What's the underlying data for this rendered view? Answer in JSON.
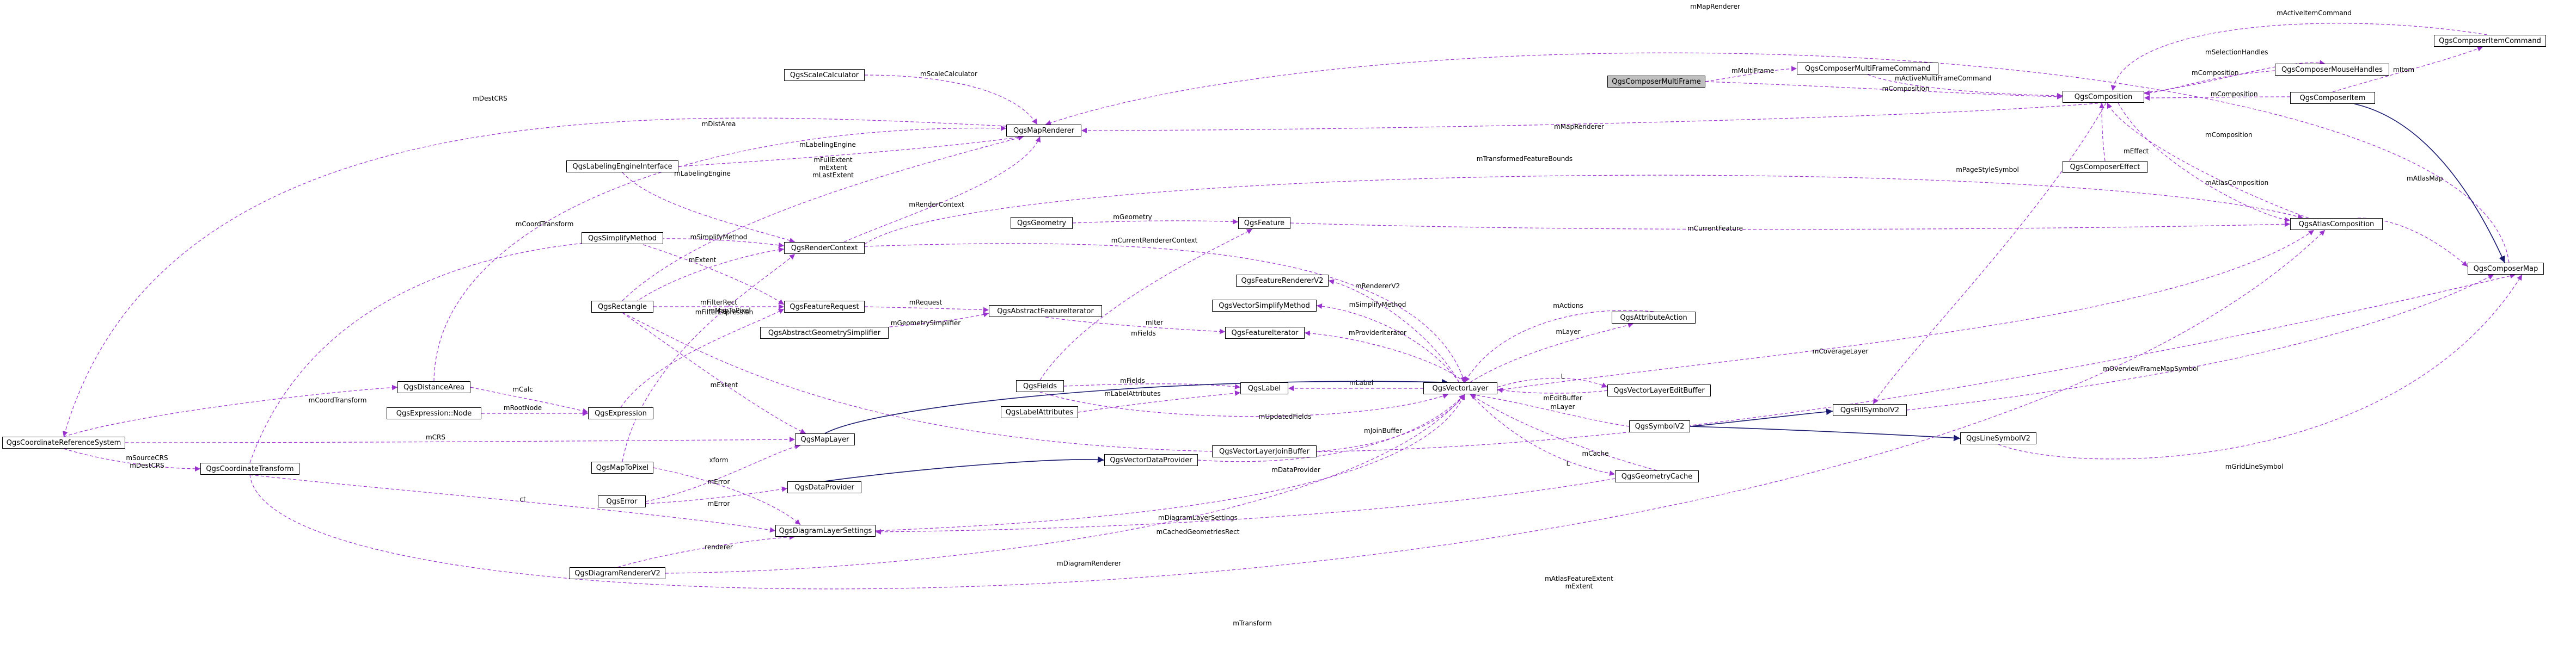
{
  "colors": {
    "usage": "#9a32cd",
    "inherit": "#191970",
    "box_border": "#000000",
    "highlight_fill": "#bfbfbf",
    "background": "#ffffff"
  },
  "nodes": {
    "QgsComposerMultiFrame": "QgsComposerMultiFrame",
    "QgsComposerMultiFrameCommand": "QgsComposerMultiFrameCommand",
    "QgsComposerItemCommand": "QgsComposerItemCommand",
    "QgsComposerMouseHandles": "QgsComposerMouseHandles",
    "QgsComposition": "QgsComposition",
    "QgsComposerItem": "QgsComposerItem",
    "QgsComposerEffect": "QgsComposerEffect",
    "QgsAtlasComposition": "QgsAtlasComposition",
    "QgsComposerMap": "QgsComposerMap",
    "QgsScaleCalculator": "QgsScaleCalculator",
    "QgsMapRenderer": "QgsMapRenderer",
    "QgsLabelingEngineInterface": "QgsLabelingEngineInterface",
    "QgsGeometry": "QgsGeometry",
    "QgsFeature": "QgsFeature",
    "QgsSimplifyMethod": "QgsSimplifyMethod",
    "QgsRenderContext": "QgsRenderContext",
    "QgsRectangle": "QgsRectangle",
    "QgsFeatureRequest": "QgsFeatureRequest",
    "QgsAbstractFeatureIterator": "QgsAbstractFeatureIterator",
    "QgsAbstractGeometrySimplifier": "QgsAbstractGeometrySimplifier",
    "QgsFeatureRendererV2": "QgsFeatureRendererV2",
    "QgsVectorSimplifyMethod": "QgsVectorSimplifyMethod",
    "QgsFeatureIterator": "QgsFeatureIterator",
    "QgsAttributeAction": "QgsAttributeAction",
    "QgsFields": "QgsFields",
    "QgsLabel": "QgsLabel",
    "QgsLabelAttributes": "QgsLabelAttributes",
    "QgsVectorLayer": "QgsVectorLayer",
    "QgsVectorLayerEditBuffer": "QgsVectorLayerEditBuffer",
    "QgsFillSymbolV2": "QgsFillSymbolV2",
    "QgsDistanceArea": "QgsDistanceArea",
    "QgsExpression": "QgsExpression",
    "QgsExpressionNode": "QgsExpression::Node",
    "QgsCoordinateReferenceSystem": "QgsCoordinateReferenceSystem",
    "QgsMapLayer": "QgsMapLayer",
    "QgsSymbolV2": "QgsSymbolV2",
    "QgsLineSymbolV2": "QgsLineSymbolV2",
    "QgsVectorLayerJoinBuffer": "QgsVectorLayerJoinBuffer",
    "QgsMapToPixel": "QgsMapToPixel",
    "QgsCoordinateTransform": "QgsCoordinateTransform",
    "QgsVectorDataProvider": "QgsVectorDataProvider",
    "QgsDataProvider": "QgsDataProvider",
    "QgsError": "QgsError",
    "QgsGeometryCache": "QgsGeometryCache",
    "QgsDiagramLayerSettings": "QgsDiagramLayerSettings",
    "QgsDiagramRendererV2": "QgsDiagramRendererV2"
  },
  "edges": [
    {
      "from": "QgsComposerMap",
      "to": "QgsMapRenderer",
      "kind": "usage",
      "label": [
        "mMapRenderer"
      ]
    },
    {
      "from": "QgsComposerItemCommand",
      "to": "QgsComposition",
      "kind": "usage",
      "label": [
        "mActiveItemCommand"
      ]
    },
    {
      "from": "QgsComposition",
      "to": "QgsComposerMouseHandles",
      "kind": "usage",
      "label": [
        "mSelectionHandles"
      ]
    },
    {
      "from": "QgsComposerMultiFrame",
      "to": "QgsComposerMultiFrameCommand",
      "kind": "usage",
      "label": [
        "mMultiFrame"
      ]
    },
    {
      "from": "QgsComposerMultiFrameCommand",
      "to": "QgsComposition",
      "kind": "usage",
      "label": [
        "mActiveMultiFrameCommand"
      ]
    },
    {
      "from": "QgsComposerMouseHandles",
      "to": "QgsComposition",
      "kind": "usage",
      "label": [
        "mComposition"
      ]
    },
    {
      "from": "QgsComposerItem",
      "to": "QgsComposerItemCommand",
      "kind": "usage",
      "label": [
        "mItem"
      ]
    },
    {
      "from": "QgsComposerMultiFrame",
      "to": "QgsComposition",
      "kind": "usage",
      "label": [
        "mComposition"
      ]
    },
    {
      "from": "QgsComposerItem",
      "to": "QgsComposition",
      "kind": "usage",
      "label": [
        "mComposition"
      ]
    },
    {
      "from": "QgsComposition",
      "to": "QgsMapRenderer",
      "kind": "usage",
      "label": [
        "mMapRenderer"
      ]
    },
    {
      "from": "QgsScaleCalculator",
      "to": "QgsMapRenderer",
      "kind": "usage",
      "label": [
        "mScaleCalculator"
      ]
    },
    {
      "from": "QgsMapRenderer",
      "to": "QgsCoordinateReferenceSystem",
      "kind": "usage",
      "label": [
        "mDestCRS"
      ]
    },
    {
      "from": "QgsDistanceArea",
      "to": "QgsMapRenderer",
      "kind": "usage",
      "label": [
        "mDistArea"
      ]
    },
    {
      "from": "QgsLabelingEngineInterface",
      "to": "QgsMapRenderer",
      "kind": "usage",
      "label": [
        "mLabelingEngine"
      ]
    },
    {
      "from": "QgsRectangle",
      "to": "QgsMapRenderer",
      "kind": "usage",
      "label": [
        "mFullExtent",
        "mExtent",
        "mLastExtent"
      ]
    },
    {
      "from": "QgsRenderContext",
      "to": "QgsMapRenderer",
      "kind": "usage",
      "label": [
        "mRenderContext"
      ]
    },
    {
      "from": "QgsComposerEffect",
      "to": "QgsComposition",
      "kind": "usage",
      "label": [
        "mEffect"
      ]
    },
    {
      "from": "QgsAtlasComposition",
      "to": "QgsComposition",
      "kind": "usage",
      "label": [
        "mComposition"
      ]
    },
    {
      "from": "QgsComposition",
      "to": "QgsAtlasComposition",
      "kind": "usage",
      "label": [
        "mAtlasComposition"
      ]
    },
    {
      "from": "QgsAtlasComposition",
      "to": "QgsComposerMap",
      "kind": "usage",
      "label": [
        "mAtlasMap"
      ]
    },
    {
      "from": "QgsComposerItem",
      "to": "QgsComposerMap",
      "kind": "inherit",
      "label": []
    },
    {
      "from": "QgsComposition",
      "to": "QgsFillSymbolV2",
      "kind": "usage",
      "label": [
        "mPageStyleSymbol"
      ]
    },
    {
      "from": "QgsRenderContext",
      "to": "QgsAtlasComposition",
      "kind": "usage",
      "label": [
        "mTransformedFeatureBounds"
      ]
    },
    {
      "from": "QgsFeature",
      "to": "QgsAtlasComposition",
      "kind": "usage",
      "label": [
        "mCurrentFeature"
      ]
    },
    {
      "from": "QgsGeometry",
      "to": "QgsFeature",
      "kind": "usage",
      "label": [
        "mGeometry"
      ]
    },
    {
      "from": "QgsVectorLayer",
      "to": "QgsAtlasComposition",
      "kind": "usage",
      "label": [
        "mCoverageLayer"
      ]
    },
    {
      "from": "QgsCoordinateTransform",
      "to": "QgsAtlasComposition",
      "kind": "usage",
      "label": [
        "mTransform"
      ]
    },
    {
      "from": "QgsRenderContext",
      "to": "QgsVectorLayer",
      "kind": "usage",
      "label": [
        "mCurrentRendererContext"
      ]
    },
    {
      "from": "QgsSimplifyMethod",
      "to": "QgsFeatureRequest",
      "kind": "usage",
      "label": [
        "mSimplifyMethod"
      ]
    },
    {
      "from": "QgsRectangle",
      "to": "QgsRenderContext",
      "kind": "usage",
      "label": [
        "mExtent"
      ]
    },
    {
      "from": "QgsCoordinateTransform",
      "to": "QgsRenderContext",
      "kind": "usage",
      "label": [
        "mCoordTransform"
      ]
    },
    {
      "from": "QgsMapToPixel",
      "to": "QgsRenderContext",
      "kind": "usage",
      "label": [
        "mMapToPixel"
      ]
    },
    {
      "from": "QgsLabelingEngineInterface",
      "to": "QgsRenderContext",
      "kind": "usage",
      "label": [
        "mLabelingEngine"
      ]
    },
    {
      "from": "QgsRectangle",
      "to": "QgsFeatureRequest",
      "kind": "usage",
      "label": [
        "mFilterRect"
      ]
    },
    {
      "from": "QgsFeatureRequest",
      "to": "QgsAbstractFeatureIterator",
      "kind": "usage",
      "label": [
        "mRequest"
      ]
    },
    {
      "from": "QgsAbstractGeometrySimplifier",
      "to": "QgsAbstractFeatureIterator",
      "kind": "usage",
      "label": [
        "mGeometrySimplifier"
      ]
    },
    {
      "from": "QgsAbstractFeatureIterator",
      "to": "QgsFeatureIterator",
      "kind": "usage",
      "label": [
        "mIter"
      ]
    },
    {
      "from": "QgsFields",
      "to": "QgsFeature",
      "kind": "usage",
      "label": [
        "mFields"
      ]
    },
    {
      "from": "QgsFeatureRendererV2",
      "to": "QgsVectorLayer",
      "kind": "usage",
      "label": [
        "mRendererV2"
      ]
    },
    {
      "from": "QgsVectorSimplifyMethod",
      "to": "QgsVectorLayer",
      "kind": "usage",
      "label": [
        "mSimplifyMethod"
      ]
    },
    {
      "from": "QgsFeatureIterator",
      "to": "QgsVectorLayer",
      "kind": "usage",
      "label": [
        "mProviderIterator"
      ]
    },
    {
      "from": "QgsAttributeAction",
      "to": "QgsVectorLayer",
      "kind": "usage",
      "label": [
        "mActions"
      ]
    },
    {
      "from": "QgsVectorLayer",
      "to": "QgsAttributeAction",
      "kind": "usage",
      "label": [
        "mLayer"
      ]
    },
    {
      "from": "QgsLabel",
      "to": "QgsVectorLayer",
      "kind": "usage",
      "label": [
        "mLabel"
      ]
    },
    {
      "from": "QgsFields",
      "to": "QgsLabel",
      "kind": "usage",
      "label": [
        "mFields"
      ]
    },
    {
      "from": "QgsLabelAttributes",
      "to": "QgsLabel",
      "kind": "usage",
      "label": [
        "mLabelAttributes"
      ]
    },
    {
      "from": "QgsFields",
      "to": "QgsVectorLayer",
      "kind": "usage",
      "label": [
        "mUpdatedFields"
      ]
    },
    {
      "from": "QgsVectorLayerEditBuffer",
      "to": "QgsVectorLayer",
      "kind": "usage",
      "label": [
        "mEditBuffer"
      ]
    },
    {
      "from": "QgsVectorLayer",
      "to": "QgsVectorLayerEditBuffer",
      "kind": "usage",
      "label": [
        "L"
      ]
    },
    {
      "from": "QgsSymbolV2",
      "to": "QgsVectorLayer",
      "kind": "usage",
      "label": [
        "mLayer"
      ]
    },
    {
      "from": "QgsMapLayer",
      "to": "QgsVectorLayer",
      "kind": "inherit",
      "label": []
    },
    {
      "from": "QgsSymbolV2",
      "to": "QgsFillSymbolV2",
      "kind": "inherit",
      "label": []
    },
    {
      "from": "QgsSymbolV2",
      "to": "QgsLineSymbolV2",
      "kind": "inherit",
      "label": []
    },
    {
      "from": "QgsLineSymbolV2",
      "to": "QgsComposerMap",
      "kind": "usage",
      "label": [
        "mGridLineSymbol"
      ]
    },
    {
      "from": "QgsFillSymbolV2",
      "to": "QgsComposerMap",
      "kind": "usage",
      "label": [
        "mOverviewFrameMapSymbol"
      ]
    },
    {
      "from": "QgsRectangle",
      "to": "QgsComposerMap",
      "kind": "usage",
      "label": [
        "mAtlasFeatureExtent",
        "mExtent"
      ]
    },
    {
      "from": "QgsVectorLayerJoinBuffer",
      "to": "QgsVectorLayer",
      "kind": "usage",
      "label": [
        "mJoinBuffer"
      ]
    },
    {
      "from": "QgsVectorDataProvider",
      "to": "QgsVectorLayer",
      "kind": "usage",
      "label": [
        "mDataProvider"
      ]
    },
    {
      "from": "QgsGeometryCache",
      "to": "QgsVectorLayer",
      "kind": "usage",
      "label": [
        "mCache"
      ]
    },
    {
      "from": "QgsVectorLayer",
      "to": "QgsGeometryCache",
      "kind": "usage",
      "label": [
        "L"
      ]
    },
    {
      "from": "QgsDiagramLayerSettings",
      "to": "QgsVectorLayer",
      "kind": "usage",
      "label": [
        "mDiagramLayerSettings"
      ]
    },
    {
      "from": "QgsDiagramRendererV2",
      "to": "QgsVectorLayer",
      "kind": "usage",
      "label": [
        "mDiagramRenderer"
      ]
    },
    {
      "from": "QgsGeometryCache",
      "to": "QgsDiagramLayerSettings",
      "kind": "usage",
      "label": [
        "mCachedGeometriesRect"
      ]
    },
    {
      "from": "QgsDistanceArea",
      "to": "QgsExpression",
      "kind": "usage",
      "label": [
        "mCalc"
      ]
    },
    {
      "from": "QgsExpressionNode",
      "to": "QgsExpression",
      "kind": "usage",
      "label": [
        "mRootNode"
      ]
    },
    {
      "from": "QgsExpression",
      "to": "QgsFeatureRequest",
      "kind": "usage",
      "label": [
        "mFilterExpression"
      ]
    },
    {
      "from": "QgsCoordinateReferenceSystem",
      "to": "QgsDistanceArea",
      "kind": "usage",
      "label": [
        "mCoordTransform"
      ]
    },
    {
      "from": "QgsCoordinateReferenceSystem",
      "to": "QgsMapLayer",
      "kind": "usage",
      "label": [
        "mCRS"
      ]
    },
    {
      "from": "QgsCoordinateReferenceSystem",
      "to": "QgsCoordinateTransform",
      "kind": "usage",
      "label": [
        "mSourceCRS",
        "mDestCRS"
      ]
    },
    {
      "from": "QgsRectangle",
      "to": "QgsMapLayer",
      "kind": "usage",
      "label": [
        "mExtent"
      ]
    },
    {
      "from": "QgsMapToPixel",
      "to": "QgsDiagramLayerSettings",
      "kind": "usage",
      "label": [
        "xform"
      ]
    },
    {
      "from": "QgsError",
      "to": "QgsMapLayer",
      "kind": "usage",
      "label": [
        "mError"
      ]
    },
    {
      "from": "QgsError",
      "to": "QgsDataProvider",
      "kind": "usage",
      "label": [
        "mError"
      ]
    },
    {
      "from": "QgsDataProvider",
      "to": "QgsVectorDataProvider",
      "kind": "inherit",
      "label": []
    },
    {
      "from": "QgsCoordinateTransform",
      "to": "QgsDiagramLayerSettings",
      "kind": "usage",
      "label": [
        "ct"
      ]
    },
    {
      "from": "QgsDiagramRendererV2",
      "to": "QgsDiagramLayerSettings",
      "kind": "usage",
      "label": [
        "renderer"
      ]
    }
  ]
}
